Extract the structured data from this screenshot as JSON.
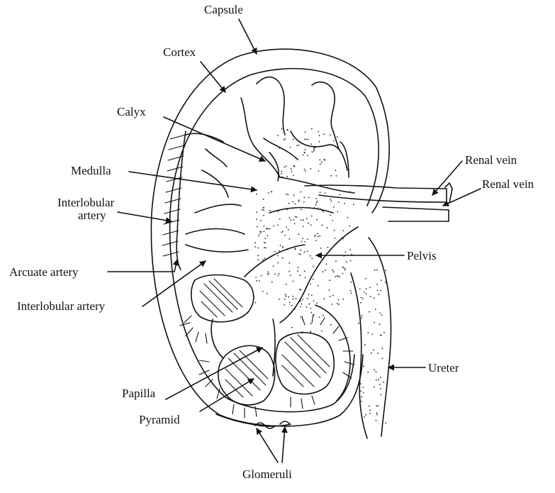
{
  "labels": {
    "capsule": "Capsule",
    "cortex": "Cortex",
    "calyx": "Calyx",
    "medulla": "Medulla",
    "interlobular_artery_top_1": "Interlobular",
    "interlobular_artery_top_2": "artery",
    "arcuate_artery": "Arcuate artery",
    "interlobular_artery_bottom": "Interlobular artery",
    "renal_vein_1": "Renal vein",
    "renal_vein_2": "Renal vein",
    "pelvis": "Pelvis",
    "ureter": "Ureter",
    "papilla": "Papilla",
    "pyramid": "Pyramid",
    "glomeruli": "Glomeruli"
  },
  "colors": {
    "ink": "#111111",
    "background": "#ffffff"
  }
}
